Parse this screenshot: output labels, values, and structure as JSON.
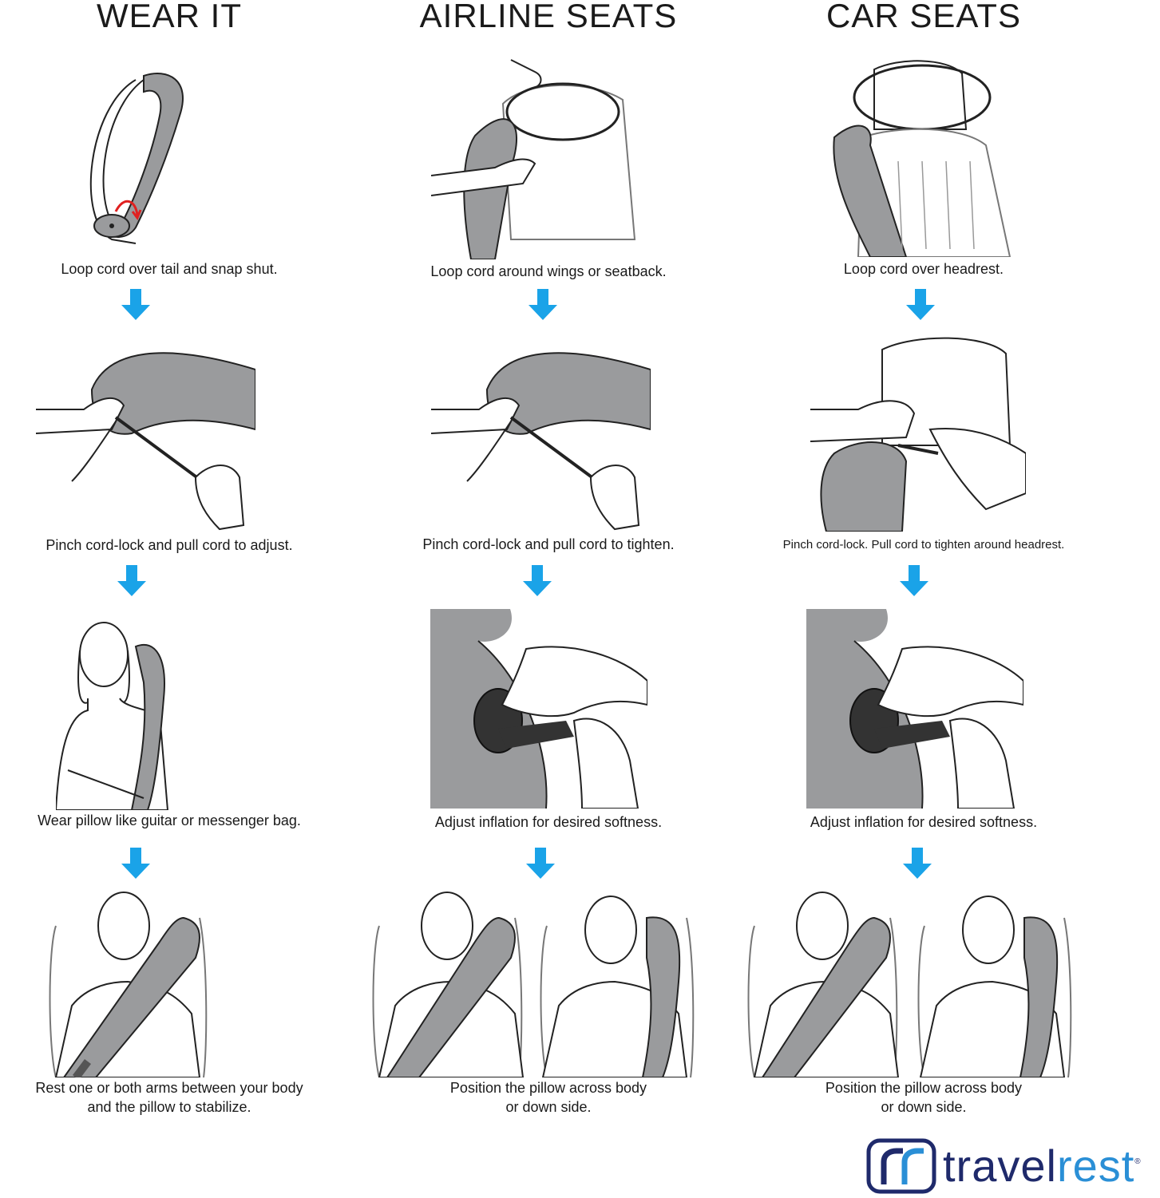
{
  "columns": [
    {
      "title": "WEAR IT",
      "steps": [
        "Loop cord over tail and snap shut.",
        "Pinch cord-lock and pull cord to adjust.",
        "Wear pillow like guitar or messenger bag.",
        "Rest one or both arms between your body\nand the pillow to stabilize."
      ]
    },
    {
      "title": "AIRLINE SEATS",
      "steps": [
        "Loop cord around wings or seatback.",
        "Pinch cord-lock and pull cord to tighten.",
        "Adjust inflation for desired softness.",
        "Position the pillow across body\nor down side."
      ]
    },
    {
      "title": "CAR SEATS",
      "steps": [
        "Loop cord over headrest.",
        "Pinch cord-lock. Pull cord to tighten around headrest.",
        "Adjust inflation for desired softness.",
        "Position the pillow across body\nor down side."
      ]
    }
  ],
  "brand": {
    "name_part1": "travel",
    "name_part2": "rest",
    "registered": "®",
    "colors": {
      "navy": "#1f2a6b",
      "blue": "#2a8fd6",
      "arrow": "#1aa3e8",
      "pillow": "#9a9b9d"
    }
  },
  "icons": [
    "down-arrow-icon",
    "travelrest-logo-icon"
  ]
}
